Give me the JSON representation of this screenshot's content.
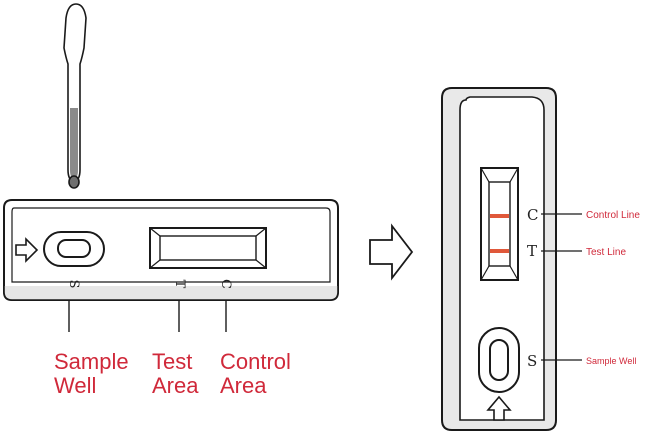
{
  "left_cassette": {
    "letters": {
      "s": "S",
      "t": "T",
      "c": "C"
    },
    "callouts": {
      "sample": [
        "Sample",
        "Well"
      ],
      "test": [
        "Test",
        "Area"
      ],
      "control": [
        "Control",
        "Area"
      ]
    }
  },
  "right_cassette": {
    "letters": {
      "c": "C",
      "t": "T",
      "s": "S"
    },
    "labels": {
      "control_line": "Control Line",
      "test_line": "Test Line",
      "sample_well": "Sample Well"
    }
  },
  "colors": {
    "label_red": "#d0293a",
    "result_line": "#e0583a",
    "outline": "#1a1a1a"
  },
  "icons": [
    "dropper-icon",
    "drop-icon",
    "arrow-right-icon",
    "arrow-up-icon"
  ]
}
